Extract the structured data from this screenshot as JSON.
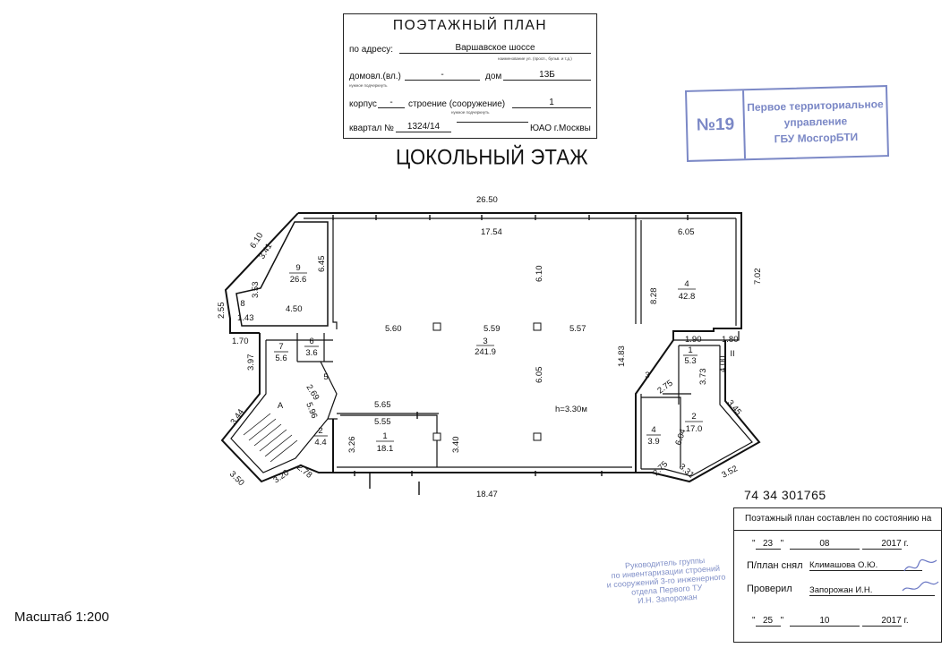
{
  "header": {
    "title": "ПОЭТАЖНЫЙ ПЛАН",
    "address_label": "по адресу:",
    "address_value": "Варшавское шоссе",
    "address_note": "наименование ул. (просп., бульв. и т.д.)",
    "house_label": "домовл.(вл.)",
    "house_value": "-",
    "dom_label": "дом",
    "dom_value": "13Б",
    "house_note": "нужное подчеркнуть",
    "korpus_label": "корпус",
    "korpus_value": "-",
    "building_label": "строение (сооружение)",
    "building_value": "1",
    "building_note": "нужное подчеркнуть",
    "kvartal_label": "квартал №",
    "kvartal_value": "1324/14",
    "district": "ЮАО г.Москвы"
  },
  "floor_title": "ЦОКОЛЬНЫЙ ЭТАЖ",
  "bti_stamp": {
    "number": "№19",
    "line1": "Первое территориальное",
    "line2": "управление",
    "line3": "ГБУ МосгорБТИ"
  },
  "plan": {
    "dims": {
      "top_total": "26.50",
      "inner_top": "17.54",
      "right_room_top": "6.05",
      "right_height": "7.02",
      "room4_side": "8.28",
      "hall_mid_v": "6.10",
      "hall_low_v": "6.05",
      "left_width": "5.60",
      "mid_width": "5.59",
      "right_width": "5.57",
      "hall_depth": "14.83",
      "height_note": "h=3.30м",
      "bottom_total": "18.47",
      "room1_top": "5.65",
      "room1_inner": "5.55",
      "room1_left": "3.26",
      "room1_right": "3.40",
      "diag_610": "6.10",
      "diag_341": "3.41",
      "d_645": "6.45",
      "d_353": "3.53",
      "d_450": "4.50",
      "d_255": "2.55",
      "d_143": "1.43",
      "d_170": "1.70",
      "d_397": "3.97",
      "d_269": "2.69",
      "d_596": "5.96",
      "d_344": "3.44",
      "d_350": "3.50",
      "d_320": "3.20",
      "d_278": "2.78",
      "d_190": "1.90",
      "d_180": "1.80",
      "d_400": "4.00",
      "d_373": "3.73",
      "d_275a": "2.75",
      "d_604": "6.04",
      "d_345": "3.45",
      "d_275b": "2.75",
      "d_331": "3.31",
      "d_352": "3.52"
    },
    "rooms": [
      {
        "num": "3",
        "area": "241.9"
      },
      {
        "num": "9",
        "area": "26.6"
      },
      {
        "num": "8",
        "area": ""
      },
      {
        "num": "7",
        "area": "5.6"
      },
      {
        "num": "6",
        "area": "3.6"
      },
      {
        "num": "5",
        "area": ""
      },
      {
        "num": "2",
        "area": "4.4"
      },
      {
        "num": "1",
        "area": "18.1"
      },
      {
        "num": "4",
        "area": "42.8"
      },
      {
        "num": "1",
        "area": "5.3"
      },
      {
        "num": "3",
        "area": ""
      },
      {
        "num": "2",
        "area": "17.0"
      },
      {
        "num": "4",
        "area": "3.9"
      }
    ],
    "stair_label": "А",
    "marks": {
      "roman_two": "II",
      "roman_one": "I"
    }
  },
  "inventory_number": "74 34 301765",
  "approval": {
    "status_line": "Поэтажный план составлен по состоянию на",
    "date1_day": "23",
    "date1_month": "08",
    "date1_year": "2017",
    "year_suffix": "г.",
    "taken_label": "П/план снял",
    "taken_by": "Климашова О.Ю.",
    "checked_label": "Проверил",
    "checked_by": "Запорожан И.Н.",
    "date2_day": "25",
    "date2_month": "10",
    "date2_year": "2017"
  },
  "signature_stamp": {
    "line1": "Руководитель группы",
    "line2": "по инвентаризации строений",
    "line3": "и сооружений 3-го инженерного",
    "line4": "отдела Первого ТУ",
    "line5": "И.Н. Запорожан"
  },
  "scale": "Масштаб 1:200"
}
